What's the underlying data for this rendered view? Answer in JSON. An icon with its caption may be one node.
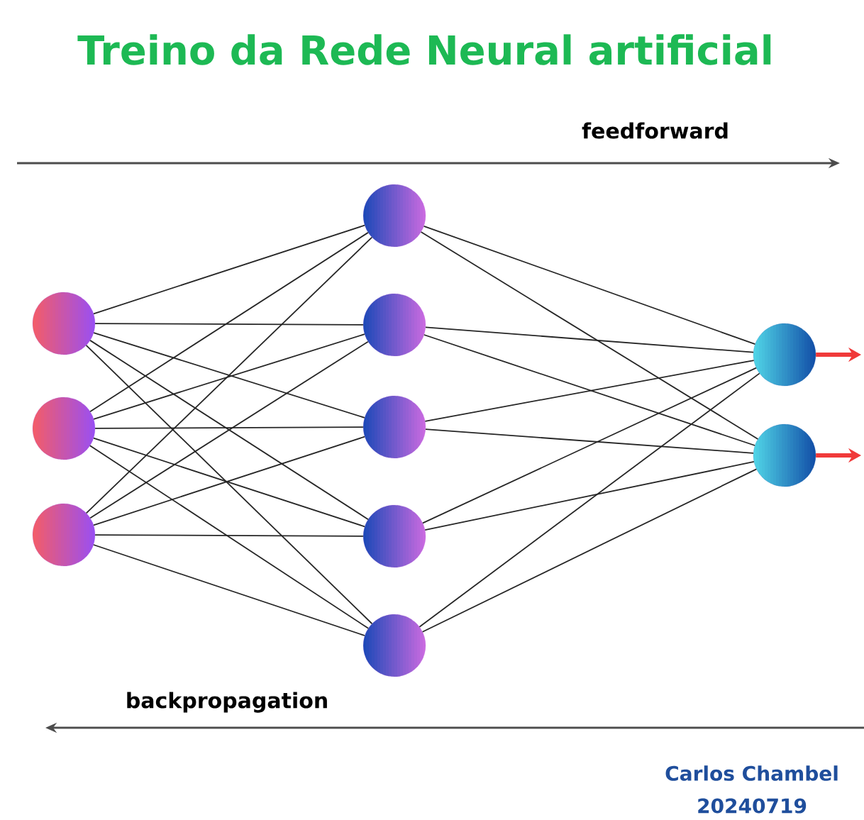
{
  "diagram": {
    "title": "Treino da Rede Neural artificial",
    "nodes": [
      {
        "text": [],
        "shape": "circle"
      },
      {
        "text": [],
        "shape": "circle"
      },
      {
        "text": [],
        "shape": "circle"
      },
      {
        "text": [],
        "shape": "circle"
      },
      {
        "text": [],
        "shape": "circle"
      },
      {
        "text": [],
        "shape": "circle"
      },
      {
        "text": [],
        "shape": "circle"
      },
      {
        "text": [],
        "shape": "circle"
      },
      {
        "text": [],
        "shape": "circle"
      },
      {
        "text": [],
        "shape": "circle"
      }
    ],
    "edges": [
      {
        "from": 0,
        "to": 3,
        "arrow": "none"
      },
      {
        "from": 0,
        "to": 4,
        "arrow": "none"
      },
      {
        "from": 0,
        "to": 5,
        "arrow": "none"
      },
      {
        "from": 0,
        "to": 6,
        "arrow": "none"
      },
      {
        "from": 0,
        "to": 7,
        "arrow": "none"
      },
      {
        "from": 1,
        "to": 3,
        "arrow": "none"
      },
      {
        "from": 1,
        "to": 4,
        "arrow": "none"
      },
      {
        "from": 1,
        "to": 5,
        "arrow": "none"
      },
      {
        "from": 1,
        "to": 6,
        "arrow": "none"
      },
      {
        "from": 1,
        "to": 7,
        "arrow": "none"
      },
      {
        "from": 2,
        "to": 3,
        "arrow": "none"
      },
      {
        "from": 2,
        "to": 4,
        "arrow": "none"
      },
      {
        "from": 2,
        "to": 5,
        "arrow": "none"
      },
      {
        "from": 2,
        "to": 6,
        "arrow": "none"
      },
      {
        "from": 2,
        "to": 7,
        "arrow": "none"
      },
      {
        "from": 3,
        "to": 8,
        "arrow": "none"
      },
      {
        "from": 3,
        "to": 9,
        "arrow": "none"
      },
      {
        "from": 4,
        "to": 8,
        "arrow": "none"
      },
      {
        "from": 4,
        "to": 9,
        "arrow": "none"
      },
      {
        "from": 5,
        "to": 8,
        "arrow": "none"
      },
      {
        "from": 5,
        "to": 9,
        "arrow": "none"
      },
      {
        "from": 6,
        "to": 8,
        "arrow": "none"
      },
      {
        "from": 6,
        "to": 9,
        "arrow": "none"
      },
      {
        "from": 7,
        "to": 8,
        "arrow": "none"
      },
      {
        "from": 7,
        "to": 9,
        "arrow": "none"
      },
      {
        "from": 8,
        "to": null,
        "arrow": "to",
        "style": "thick",
        "color": "#f03a3a"
      },
      {
        "from": 9,
        "to": null,
        "arrow": "to",
        "style": "thick",
        "color": "#f03a3a"
      }
    ],
    "labels": [
      "feedforward",
      "backpropagation",
      "Carlos Chambel",
      "20240719"
    ]
  }
}
